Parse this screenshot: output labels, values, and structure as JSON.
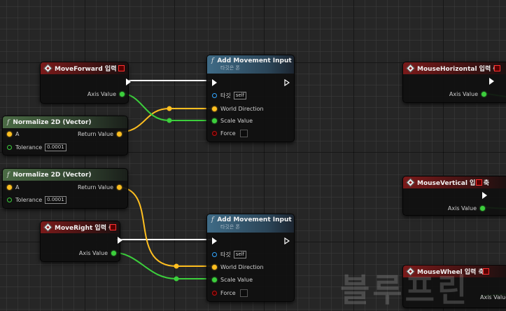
{
  "nodes": {
    "move_forward": {
      "title": "MoveForward 입력 축",
      "axis_label": "Axis Value"
    },
    "move_right": {
      "title": "MoveRight 입력 축",
      "axis_label": "Axis Value"
    },
    "mouse_horizontal": {
      "title": "MouseHorizontal 입력 축",
      "axis_label": "Axis Value"
    },
    "mouse_vertical": {
      "title": "MouseVertical 입력 축",
      "axis_label": "Axis Value"
    },
    "mouse_wheel": {
      "title": "MouseWheel 입력 축",
      "axis_label": "Axis Value"
    },
    "normalize_1": {
      "func": "f",
      "title": "Normalize 2D (Vector)",
      "a_label": "A",
      "return_label": "Return Value",
      "tolerance_label": "Tolerance",
      "tolerance_value": "0.0001"
    },
    "normalize_2": {
      "func": "f",
      "title": "Normalize 2D (Vector)",
      "a_label": "A",
      "return_label": "Return Value",
      "tolerance_label": "Tolerance",
      "tolerance_value": "0.0001"
    },
    "add_movement_1": {
      "func": "f",
      "title": "Add Movement Input",
      "subtitle": "타깃은 폰",
      "target_label": "타깃",
      "target_value": "self",
      "world_direction_label": "World Direction",
      "scale_value_label": "Scale Value",
      "force_label": "Force"
    },
    "add_movement_2": {
      "func": "f",
      "title": "Add Movement Input",
      "subtitle": "타깃은 폰",
      "target_label": "타깃",
      "target_value": "self",
      "world_direction_label": "World Direction",
      "scale_value_label": "Scale Value",
      "force_label": "Force"
    }
  },
  "watermark": "블루프린",
  "colors": {
    "exec": "#ffffff",
    "float": "#3ccf3c",
    "vector": "#ffbf20",
    "object": "#33a6ff",
    "bool": "#c01010"
  }
}
